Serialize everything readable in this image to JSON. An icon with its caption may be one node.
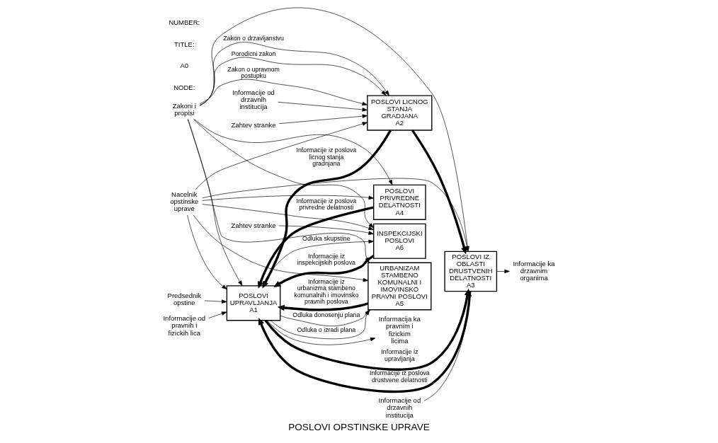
{
  "diagram": {
    "title": "POSLOVI OPSTINSKE UPRAVE",
    "nodes": [
      {
        "text": [
          "POSLOVI UPRAVLJANJA",
          "A1"
        ]
      },
      {
        "text": [
          "POSLOVI LICNOG STANJA GRADJANA",
          "A2"
        ]
      },
      {
        "text": [
          "POSLOVI IZ OBLASTI DRUSTVENIH DELATNOSTI",
          "A3"
        ]
      },
      {
        "text": [
          "POSLOVI PRIVREDNE DELATNOSTI",
          "A4"
        ]
      },
      {
        "text": [
          "URBANIZAM STAMBENO KOMUNALNI I IMOVINSKO PRAVNI POSLOVI",
          "A5"
        ]
      },
      {
        "text": [
          "INSPEKCIJSKI POSLOVI",
          "A6"
        ]
      },
      {
        "text": [
          "Informacije od pravnih i fizickih lica"
        ]
      },
      {
        "text": [
          "Zakoni i propisi"
        ]
      },
      {
        "text": [
          "Zahtev stranke"
        ]
      },
      {
        "text": [
          "Informacije od drzavnih institucija"
        ]
      },
      {
        "text": [
          "Informacije od drzavnih institucija"
        ]
      },
      {
        "text": [
          "Zahtev stranke"
        ]
      },
      {
        "text": [
          "Predsednik opstine"
        ]
      },
      {
        "text": [
          "Nacelnik opstinske uprave"
        ]
      },
      {
        "text": [
          "Informacija ka pravnim i fizickim licima"
        ]
      },
      {
        "text": [
          "Informacije ka drzavnim organima"
        ]
      }
    ],
    "edges": [
      {
        "from": 6,
        "to": 0,
        "arrow": "to"
      },
      {
        "from": 7,
        "to": 0,
        "arrow": "to"
      },
      {
        "from": 7,
        "to": 1,
        "arrow": "to",
        "label": "Porodicni zakon"
      },
      {
        "from": 7,
        "to": 1,
        "arrow": "to",
        "label": "Zakon o upravnom postupku"
      },
      {
        "from": 7,
        "to": 1,
        "arrow": "to",
        "label": "Zakon o drzavljanstvu"
      },
      {
        "from": 7,
        "to": 2,
        "arrow": "to"
      },
      {
        "from": 7,
        "to": 3,
        "arrow": "to"
      },
      {
        "from": 7,
        "to": 4,
        "arrow": "to"
      },
      {
        "from": 7,
        "to": 5,
        "arrow": "to"
      },
      {
        "from": 8,
        "to": 1,
        "arrow": "to"
      },
      {
        "from": 9,
        "to": 1,
        "arrow": "to"
      },
      {
        "from": 10,
        "to": 2,
        "arrow": "to"
      },
      {
        "from": 11,
        "to": 5,
        "arrow": "to"
      },
      {
        "from": 0,
        "to": 2,
        "arrow": "to",
        "label": "Informacije iz upravljanja",
        "style": "thick"
      },
      {
        "from": 0,
        "to": 4,
        "arrow": "to",
        "label": "Odluka donosenju plana"
      },
      {
        "from": 0,
        "to": 4,
        "arrow": "to",
        "label": "Odluka o izradi plana"
      },
      {
        "from": 0,
        "to": 5,
        "arrow": "to",
        "label": "Odluka skupstine"
      },
      {
        "from": 1,
        "to": 2,
        "arrow": "to",
        "style": "thick"
      },
      {
        "from": 1,
        "to": 0,
        "arrow": "to",
        "label": "Informacije iz poslova licnog stanja gradnjana",
        "style": "thick"
      },
      {
        "from": 2,
        "to": 0,
        "arrow": "to",
        "label": "Informacije iz poslova drustvene delatnosti",
        "style": "thick"
      },
      {
        "from": 3,
        "to": 0,
        "arrow": "to",
        "label": "Informacije iz poslova privredne delatnosti",
        "style": "thick"
      },
      {
        "from": 4,
        "to": 0,
        "arrow": "to",
        "label": "Informacije iz urbanizma stambeno komunalnih i imovinsko pravnih poslova",
        "style": "thick"
      },
      {
        "from": 5,
        "to": 0,
        "arrow": "to",
        "label": "Informacije iz inspekcijskih poslova",
        "style": "thick"
      },
      {
        "from": 0,
        "to": 14,
        "arrow": "to"
      },
      {
        "from": 2,
        "to": 15,
        "arrow": "to"
      },
      {
        "from": 12,
        "to": 0,
        "arrow": "to"
      },
      {
        "from": 13,
        "to": 0,
        "arrow": "to"
      },
      {
        "from": 13,
        "to": 1,
        "arrow": "to"
      },
      {
        "from": 13,
        "to": 2,
        "arrow": "to"
      },
      {
        "from": 13,
        "to": 3,
        "arrow": "to"
      },
      {
        "from": 13,
        "to": 4,
        "arrow": "to"
      },
      {
        "from": 13,
        "to": 5,
        "arrow": "to"
      }
    ],
    "labels": [
      "NODE:",
      "A0",
      "TITLE:",
      "NUMBER:"
    ]
  }
}
